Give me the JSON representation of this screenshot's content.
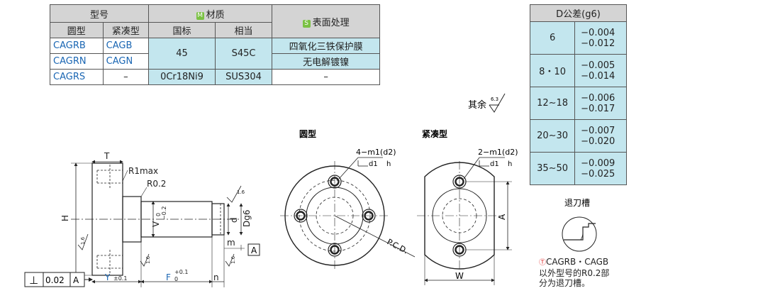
{
  "material_table": {
    "header_model": "型号",
    "header_material": "材质",
    "header_surface": "表面处理",
    "badge_m": "M",
    "badge_s": "S",
    "sub_round": "圆型",
    "sub_compact": "紧凑型",
    "sub_national": "国标",
    "sub_equivalent": "相当",
    "rows": [
      {
        "round": "CAGRB",
        "compact": "CAGB",
        "national": "45",
        "equivalent": "S45C",
        "surface": "四氧化三铁保护膜"
      },
      {
        "round": "CAGRN",
        "compact": "CAGN",
        "surface": "无电解镀镍"
      },
      {
        "round": "CAGRS",
        "compact": "–",
        "national": "0Cr18Ni9",
        "equivalent": "SUS304",
        "surface": "–"
      }
    ]
  },
  "tolerance_table": {
    "header": "D公差(g6)",
    "rows": [
      {
        "range": "6",
        "upper": "−0.004",
        "lower": "−0.012"
      },
      {
        "range": "8・10",
        "upper": "−0.005",
        "lower": "−0.014"
      },
      {
        "range": "12∼18",
        "upper": "−0.006",
        "lower": "−0.017"
      },
      {
        "range": "20∼30",
        "upper": "−0.007",
        "lower": "−0.020"
      },
      {
        "range": "35∼50",
        "upper": "−0.009",
        "lower": "−0.025"
      }
    ]
  },
  "roughness_note": {
    "text": "其余",
    "value": "6.3"
  },
  "drawing": {
    "label_T": "T",
    "label_R1max": "R1max",
    "label_R02": "R0.2",
    "label_H": "H",
    "label_V": "V",
    "label_V_tol_upper": "0",
    "label_V_tol_lower": "−0.2",
    "label_d": "d",
    "label_Dg6": "Dg6",
    "label_m": "m",
    "label_A_datum": "A",
    "label_n": "n",
    "label_Y": "Y",
    "label_Y_tol": "±0.1",
    "label_F": "F",
    "label_F_tol_upper": "+0.1",
    "label_F_tol_lower": "0",
    "rough_16": "1.6",
    "gdt_symbol": "⊥",
    "gdt_value": "0.02",
    "gdt_datum": "A"
  },
  "round_view": {
    "title": "圆型",
    "hole_label": "4−m1(d2)",
    "cbore_label": "d1",
    "depth_label": "h",
    "pcd_label": "P.C.D."
  },
  "compact_view": {
    "title": "紧凑型",
    "hole_label": "2−m1(d2)",
    "cbore_label": "d1",
    "depth_label": "h",
    "label_A": "A",
    "label_W": "W"
  },
  "relief_groove": {
    "title": "退刀槽",
    "note_marker": "Ⓣ",
    "note_line1": "CAGRB・CAGB",
    "note_line2": "以外型号的R0.2部",
    "note_line3": "分为退刀槽。"
  },
  "colors": {
    "accent_blue": "#1a66b3",
    "teal": "#c3e6ee",
    "header_gray": "#d4d4d4",
    "badge_green": "#7ac143",
    "note_red": "#e03030"
  }
}
